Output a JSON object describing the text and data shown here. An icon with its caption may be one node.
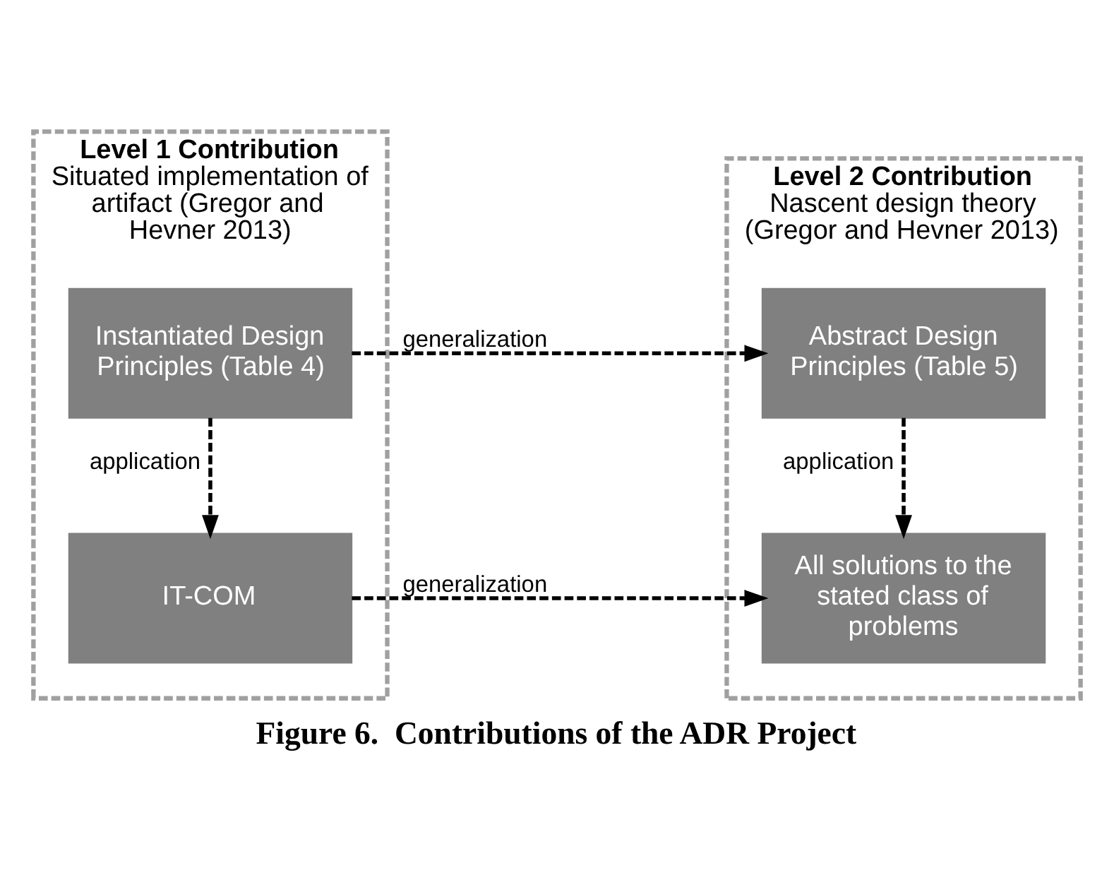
{
  "diagram": {
    "caption": "Figure 6.  Contributions of the ADR Project",
    "nodes": [
      {
        "text": [
          "Level 1 Contribution",
          "Situated implementation of artifact (Gregor and Hevner 2013)"
        ]
      },
      {
        "text": [
          "Level 2 Contribution",
          "Nascent design theory (Gregor and Hevner 2013)"
        ]
      },
      {
        "text": [
          "Instantiated Design Principles (Table 4)"
        ],
        "in": 0
      },
      {
        "text": [
          "IT-COM"
        ],
        "in": 0
      },
      {
        "text": [
          "Abstract Design Principles (Table 5)"
        ],
        "in": 1
      },
      {
        "text": [
          "All solutions to the stated class of problems"
        ],
        "in": 1
      }
    ],
    "edges": [
      {
        "from": 2,
        "to": 4,
        "arrow": "to",
        "label": "generalization",
        "style": "dashed"
      },
      {
        "from": 2,
        "to": 3,
        "arrow": "to",
        "label": "application",
        "style": "dashed"
      },
      {
        "from": 3,
        "to": 5,
        "arrow": "to",
        "label": "generalization",
        "style": "dashed"
      },
      {
        "from": 4,
        "to": 5,
        "arrow": "to",
        "label": "application",
        "style": "dashed"
      }
    ]
  }
}
